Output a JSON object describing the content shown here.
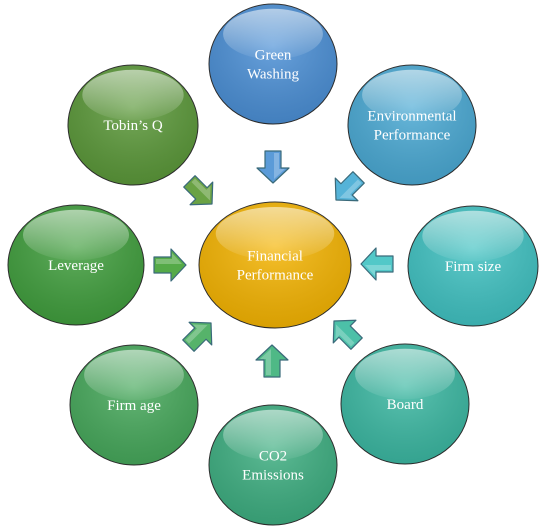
{
  "center": {
    "label": [
      "Financial",
      "Performance"
    ],
    "color": "#f5b400"
  },
  "nodes": [
    {
      "id": "green-washing",
      "label": [
        "Green",
        "Washing"
      ],
      "color": "#4a8fd6"
    },
    {
      "id": "environmental-performance",
      "label": [
        "Environmental",
        "Performance"
      ],
      "color": "#49a9d4"
    },
    {
      "id": "firm-size",
      "label": [
        "Firm size"
      ],
      "color": "#3fc2c2"
    },
    {
      "id": "board",
      "label": [
        "Board"
      ],
      "color": "#3ab8a2"
    },
    {
      "id": "co2-emissions",
      "label": [
        "CO2",
        "Emissions"
      ],
      "color": "#3cae80"
    },
    {
      "id": "firm-age",
      "label": [
        "Firm age"
      ],
      "color": "#45a85a"
    },
    {
      "id": "leverage",
      "label": [
        "Leverage"
      ],
      "color": "#3f9e3c"
    },
    {
      "id": "tobins-q",
      "label": [
        "Tobin’s Q"
      ],
      "color": "#5a9838"
    }
  ],
  "arrows": [
    {
      "from": "green-washing",
      "to": "center"
    },
    {
      "from": "environmental-performance",
      "to": "center"
    },
    {
      "from": "firm-size",
      "to": "center"
    },
    {
      "from": "board",
      "to": "center"
    },
    {
      "from": "co2-emissions",
      "to": "center"
    },
    {
      "from": "firm-age",
      "to": "center"
    },
    {
      "from": "leverage",
      "to": "center"
    },
    {
      "from": "tobins-q",
      "to": "center"
    }
  ]
}
